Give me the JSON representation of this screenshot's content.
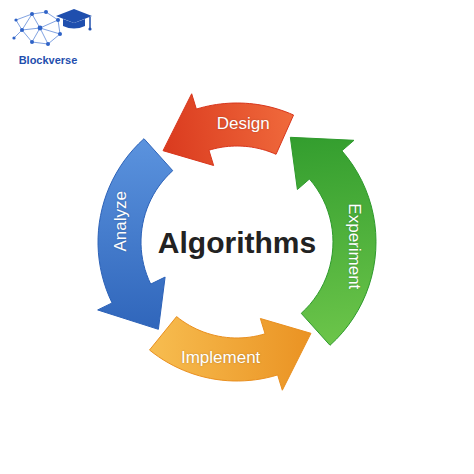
{
  "diagram": {
    "nodes": [
      {
        "text": [
          "Design"
        ]
      },
      {
        "text": [
          "Experiment"
        ]
      },
      {
        "text": [
          "Implement"
        ]
      },
      {
        "text": [
          "Analyze"
        ]
      }
    ],
    "labels": [
      "Algorithms",
      "Blockverse"
    ]
  }
}
